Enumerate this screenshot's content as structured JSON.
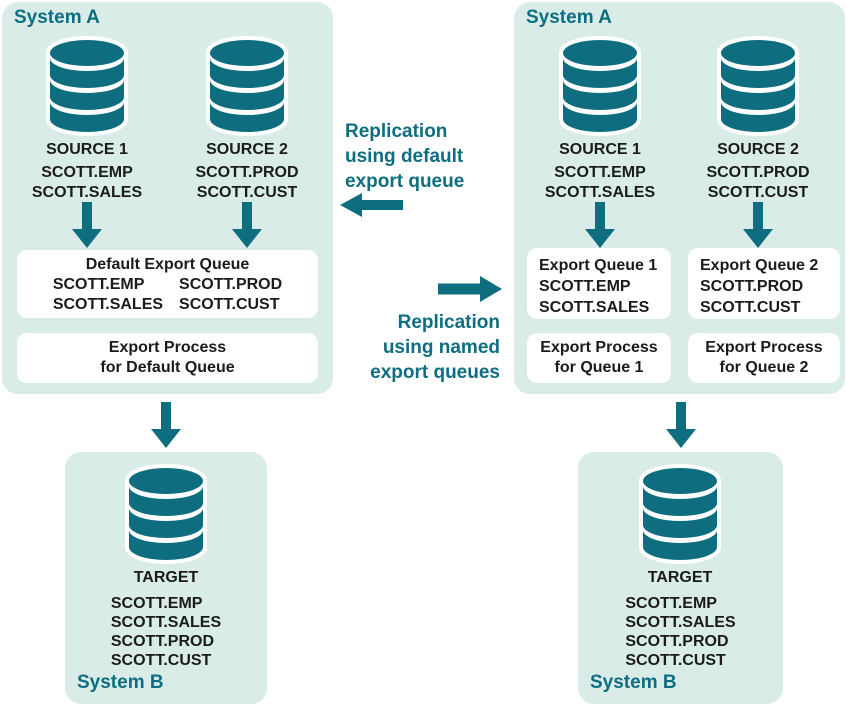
{
  "colors": {
    "teal": "#0e6e80",
    "panel_bg": "#d9ece8",
    "text": "#1b1b1b",
    "box_bg": "#ffffff"
  },
  "left_flow": {
    "system_a": {
      "title": "System A",
      "sources": [
        {
          "label": "SOURCE 1",
          "tables": [
            "SCOTT.EMP",
            "SCOTT.SALES"
          ]
        },
        {
          "label": "SOURCE 2",
          "tables": [
            "SCOTT.PROD",
            "SCOTT.CUST"
          ]
        }
      ],
      "queue_box": {
        "title": "Default Export Queue",
        "columns": [
          [
            "SCOTT.EMP",
            "SCOTT.SALES"
          ],
          [
            "SCOTT.PROD",
            "SCOTT.CUST"
          ]
        ]
      },
      "process_box": {
        "lines": [
          "Export Process",
          "for Default Queue"
        ]
      }
    },
    "annotation": {
      "lines": [
        "Replication",
        "using default",
        "export queue"
      ]
    },
    "system_b": {
      "title": "System B",
      "target_label": "TARGET",
      "tables": [
        "SCOTT.EMP",
        "SCOTT.SALES",
        "SCOTT.PROD",
        "SCOTT.CUST"
      ]
    }
  },
  "right_flow": {
    "system_a": {
      "title": "System A",
      "sources": [
        {
          "label": "SOURCE 1",
          "tables": [
            "SCOTT.EMP",
            "SCOTT.SALES"
          ]
        },
        {
          "label": "SOURCE 2",
          "tables": [
            "SCOTT.PROD",
            "SCOTT.CUST"
          ]
        }
      ],
      "queue_boxes": [
        {
          "title": "Export Queue 1",
          "tables": [
            "SCOTT.EMP",
            "SCOTT.SALES"
          ]
        },
        {
          "title": "Export Queue 2",
          "tables": [
            "SCOTT.PROD",
            "SCOTT.CUST"
          ]
        }
      ],
      "process_boxes": [
        {
          "lines": [
            "Export Process",
            "for Queue 1"
          ]
        },
        {
          "lines": [
            "Export Process",
            "for Queue 2"
          ]
        }
      ]
    },
    "annotation": {
      "lines": [
        "Replication",
        "using named",
        "export queues"
      ]
    },
    "system_b": {
      "title": "System B",
      "target_label": "TARGET",
      "tables": [
        "SCOTT.EMP",
        "SCOTT.SALES",
        "SCOTT.PROD",
        "SCOTT.CUST"
      ]
    }
  }
}
